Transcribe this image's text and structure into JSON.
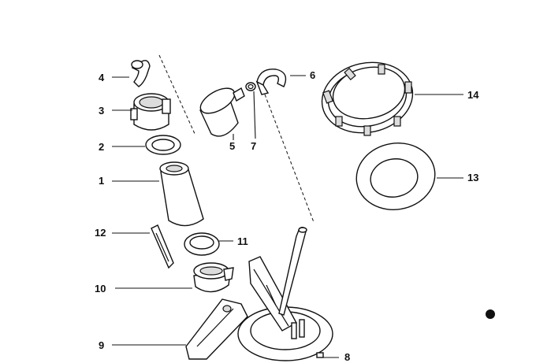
{
  "callouts": [
    {
      "id": "1",
      "label": "1"
    },
    {
      "id": "2",
      "label": "2"
    },
    {
      "id": "3",
      "label": "3"
    },
    {
      "id": "4",
      "label": "4"
    },
    {
      "id": "5",
      "label": "5"
    },
    {
      "id": "6",
      "label": "6"
    },
    {
      "id": "7",
      "label": "7"
    },
    {
      "id": "8",
      "label": "8"
    },
    {
      "id": "9",
      "label": "9"
    },
    {
      "id": "10",
      "label": "10"
    },
    {
      "id": "11",
      "label": "11"
    },
    {
      "id": "12",
      "label": "12"
    },
    {
      "id": "13",
      "label": "13"
    },
    {
      "id": "14",
      "label": "14"
    }
  ],
  "colors": {
    "line": "#111111",
    "shade": "#dcdcdc",
    "background": "#ffffff"
  }
}
